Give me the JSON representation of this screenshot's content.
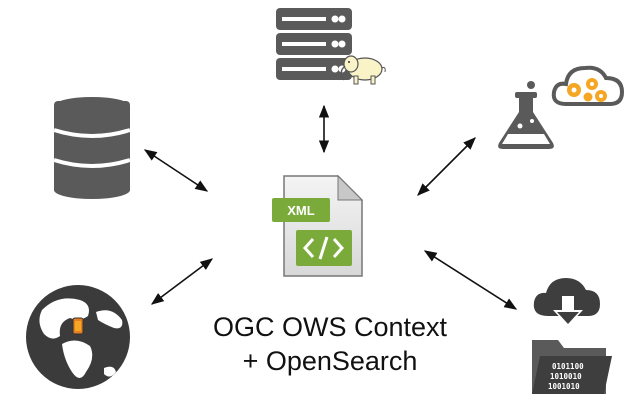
{
  "caption": {
    "line1": "OGC OWS Context",
    "line2": "+ OpenSearch"
  },
  "center_doc": {
    "badge_label": "XML",
    "code_glyph": "</>"
  },
  "binary_folder": {
    "rows": [
      "0101100",
      "1010010",
      "1001010"
    ]
  },
  "colors": {
    "icon_gray": "#5a5a5a",
    "dark_gray": "#3e3e3e",
    "orange": "#f5a623",
    "xml_green": "#7aab3a",
    "globe_dark": "#3b3b3b",
    "arrow": "#111111"
  },
  "icons": [
    "server-with-hadoop-icon",
    "database-icon",
    "science-cloud-icon",
    "globe-icon",
    "xml-document-icon",
    "cloud-download-folder-icon"
  ]
}
